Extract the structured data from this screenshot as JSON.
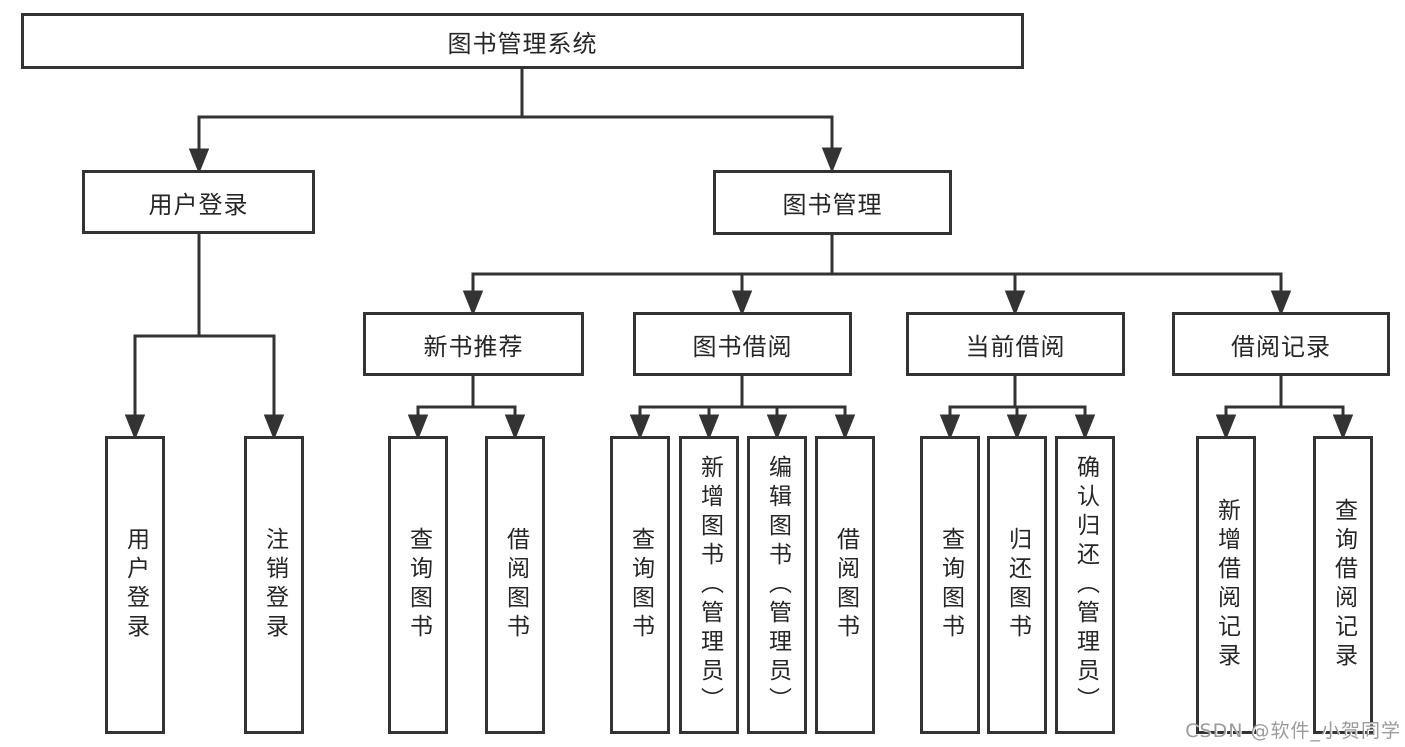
{
  "diagram": {
    "tree": {
      "root": {
        "label": "图书管理系统"
      },
      "children": [
        {
          "id": "user-login",
          "label": "用户登录",
          "leaves": [
            "用户登录",
            "注销登录"
          ]
        },
        {
          "id": "book-management",
          "label": "图书管理",
          "children": [
            {
              "id": "new-book-recommend",
              "label": "新书推荐",
              "leaves": [
                "查询图书",
                "借阅图书"
              ]
            },
            {
              "id": "book-borrowing",
              "label": "图书借阅",
              "leaves": [
                "查询图书",
                "新增图书（管理员）",
                "编辑图书（管理员）",
                "借阅图书"
              ]
            },
            {
              "id": "current-borrowing",
              "label": "当前借阅",
              "leaves": [
                "查询图书",
                "归还图书",
                "确认归还（管理员）"
              ]
            },
            {
              "id": "borrowing-records",
              "label": "借阅记录",
              "leaves": [
                "新增借阅记录",
                "查询借阅记录"
              ]
            }
          ]
        }
      ]
    },
    "colors": {
      "line": "#333333",
      "box_background": "#ffffff",
      "text": "#262626",
      "watermark": "#9b9b9b"
    }
  },
  "watermark": {
    "text": "CSDN @软件_小贺同学"
  }
}
